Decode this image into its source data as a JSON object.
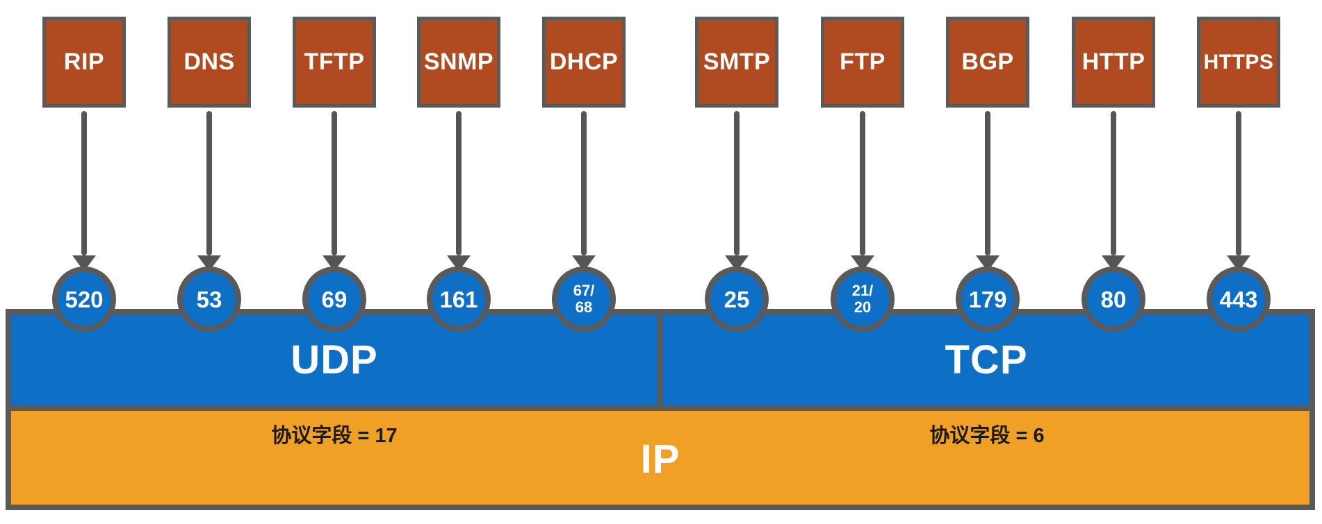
{
  "diagram": {
    "type": "network-protocol-stack",
    "colors": {
      "protocol_box_fill": "#b04a20",
      "box_border_gray": "#5a5a5a",
      "arrow_gray": "#555555",
      "transport_blue": "#0d6fc5",
      "network_orange": "#f0a125",
      "label_white": "#ffffff",
      "note_black": "#1a1a1a"
    }
  },
  "protocols": [
    {
      "name": "RIP",
      "port": "520",
      "group": "UDP"
    },
    {
      "name": "DNS",
      "port": "53",
      "group": "UDP"
    },
    {
      "name": "TFTP",
      "port": "69",
      "group": "UDP"
    },
    {
      "name": "SNMP",
      "port": "161",
      "group": "UDP"
    },
    {
      "name": "DHCP",
      "port": "67/\n68",
      "group": "UDP"
    },
    {
      "name": "SMTP",
      "port": "25",
      "group": "TCP"
    },
    {
      "name": "FTP",
      "port": "21/\n20",
      "group": "TCP"
    },
    {
      "name": "BGP",
      "port": "179",
      "group": "TCP"
    },
    {
      "name": "HTTP",
      "port": "80",
      "group": "TCP"
    },
    {
      "name": "HTTPS",
      "port": "443",
      "group": "TCP"
    }
  ],
  "transport": {
    "udp_label": "UDP",
    "tcp_label": "TCP"
  },
  "network": {
    "ip_label": "IP",
    "udp_note": "协议字段 = 17",
    "tcp_note": "协议字段 = 6"
  }
}
